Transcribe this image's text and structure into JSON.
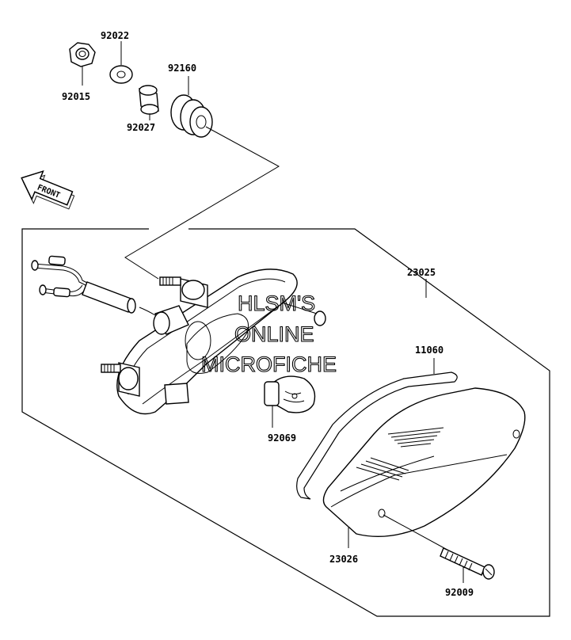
{
  "parts": {
    "p92022": "92022",
    "p92015": "92015",
    "p92160": "92160",
    "p92027": "92027",
    "p23025": "23025",
    "p11060": "11060",
    "p92069": "92069",
    "p23026": "23026",
    "p92009": "92009"
  },
  "front_arrow": "FRONT",
  "watermark": {
    "line1": "HLSM'S",
    "line2": "ONLINE",
    "line3": "MICROFICHE"
  },
  "icons": {
    "front_arrow": "front-arrow-icon"
  }
}
